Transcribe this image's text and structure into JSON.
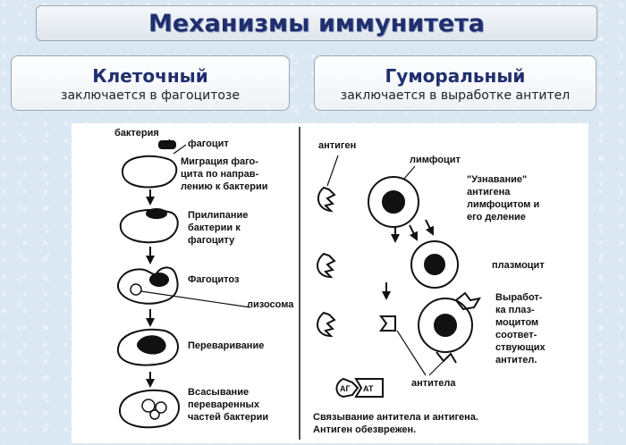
{
  "title": "Механизмы иммунитета",
  "cellular": {
    "heading": "Клеточный",
    "subtitle": "заключается в фагоцитозе",
    "labels": {
      "bacterium": "бактерия",
      "phagocyte": "фагоцит",
      "migration": [
        "Миграция фаго-",
        "цита по направ-",
        "лению к бактерии"
      ],
      "adhesion": [
        "Прилипание",
        "бактерии к",
        "фагоциту"
      ],
      "phagocytosis": "Фагоцитоз",
      "lysosome": "лизосома",
      "digestion": "Переваривание",
      "absorption": [
        "Всасывание",
        "переваренных",
        "частей бактерии"
      ]
    }
  },
  "humoral": {
    "heading": "Гуморальный",
    "subtitle": "заключается в выработке антител",
    "labels": {
      "antigen": "антиген",
      "lymphocyte": "лимфоцит",
      "recognition": [
        "\"Узнавание\"",
        "антигена",
        "лимфоцитом и",
        "его деление"
      ],
      "plasmocyte": "плазмоцит",
      "production": [
        "Выработ-",
        "ка плаз-",
        "моцитом",
        "соответ-",
        "ствующих",
        "антител."
      ],
      "antibodies": "антитела",
      "ag": "АГ",
      "at": "АТ",
      "binding": [
        "Связывание антитела и антигена.",
        "Антиген обезврежен."
      ]
    }
  }
}
